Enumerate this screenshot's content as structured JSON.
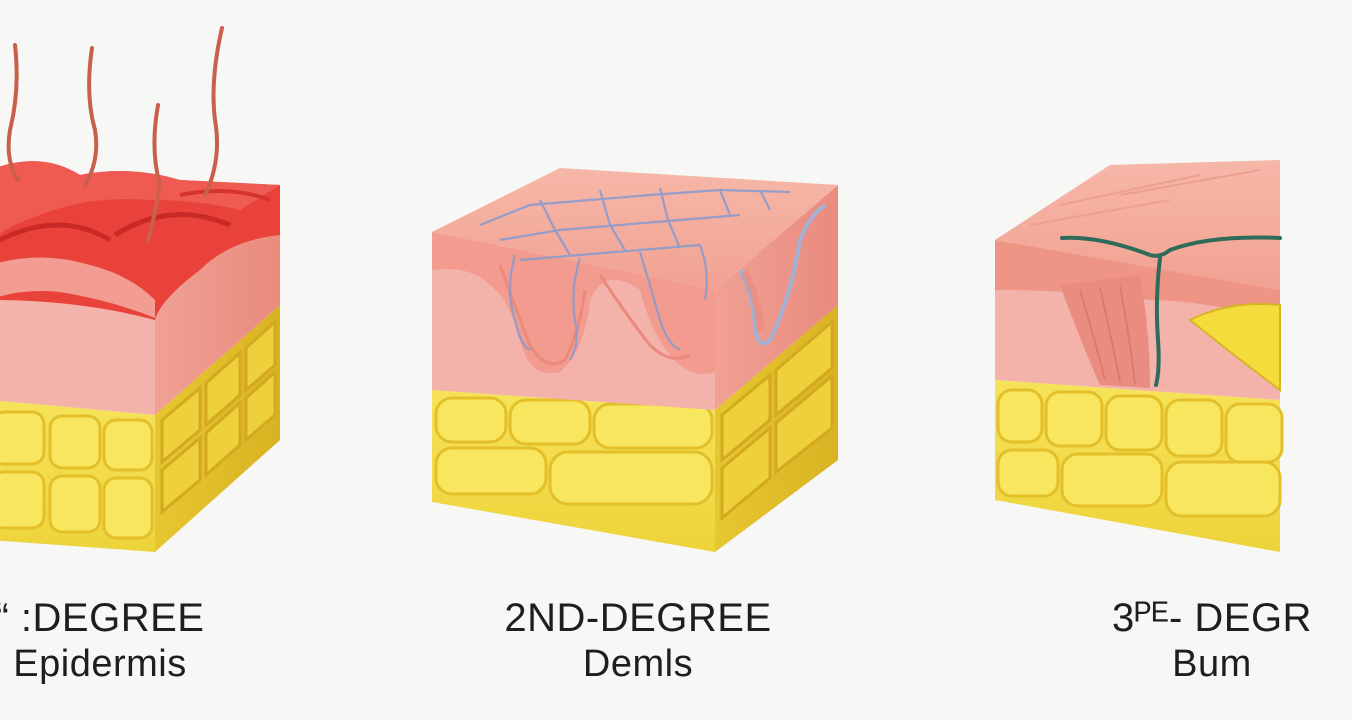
{
  "panels": [
    {
      "title": "“ :DEGREE",
      "subtitle": "Epidermis"
    },
    {
      "title": "2ND-DEGREE",
      "subtitle": "Demls"
    },
    {
      "title": "3ᴾᴱ- DEGR",
      "subtitle": "Bum"
    }
  ],
  "colors": {
    "background": "#f7f7f6",
    "epidermis": "#f3a79a",
    "dermis": "#f1b1a8",
    "fat": "#f3df45",
    "fat_side": "#e6c52c",
    "burn_red": "#e8403a",
    "hair": "#c9604c",
    "vessel_blue": "#8b9bcd",
    "nerve_green": "#2f6b5a"
  },
  "icons": [
    "skin-block-first-degree",
    "skin-block-second-degree",
    "skin-block-third-degree"
  ]
}
